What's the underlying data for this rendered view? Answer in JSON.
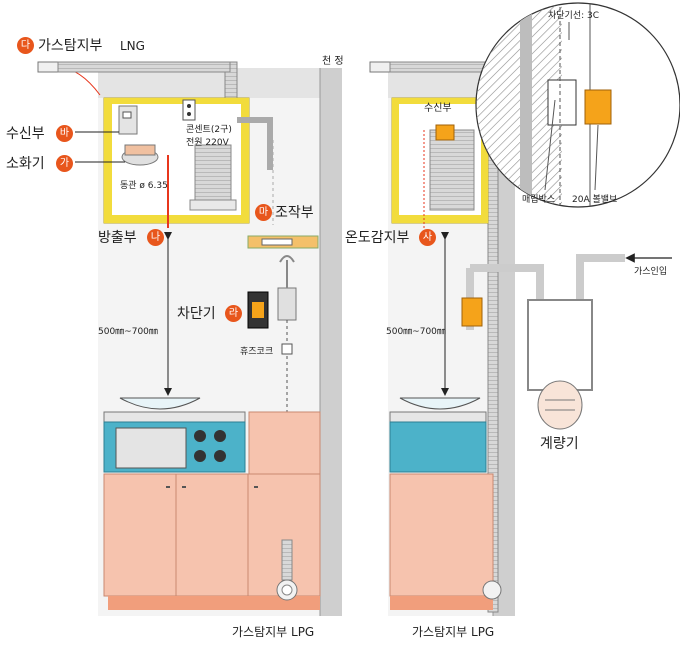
{
  "labels": {
    "detector_lng": "가스탐지부",
    "lng": "LNG",
    "ceiling": "천 정",
    "receiver_left": "수신부",
    "extinguisher": "소화기",
    "outlet": "콘센트(2구)",
    "power": "전원 220V",
    "copper_pipe": "동관 ø 6.35",
    "controller": "조작부",
    "discharge": "방출부",
    "shutoff": "차단기",
    "fuse_cock": "휴즈코크",
    "distance_left": "500㎜~700㎜",
    "detector_lpg_left": "가스탐지부 LPG",
    "receiver_right": "수신부",
    "temp_sensor": "온도감지부",
    "distance_right": "500㎜~700㎜",
    "detector_lpg_right": "가스탐지부 LPG",
    "shutoff_wire": "차단기선: 3C",
    "embed_box": "매립박스",
    "ball_valve": "20A 볼밸브",
    "gas_inlet": "가스인입",
    "meter": "계량기"
  },
  "badges": {
    "da": "다",
    "ba": "바",
    "ga": "가",
    "ma": "마",
    "na": "나",
    "ra": "라",
    "sa": "사"
  },
  "colors": {
    "badge": "#e8561c",
    "cabinet": "#f6c3ae",
    "cabinet_base": "#f19e7c",
    "range": "#4cb2c9",
    "hood_frame": "#f2dc3c",
    "wall": "#e7e7e7",
    "valve": "#f5a31a"
  }
}
